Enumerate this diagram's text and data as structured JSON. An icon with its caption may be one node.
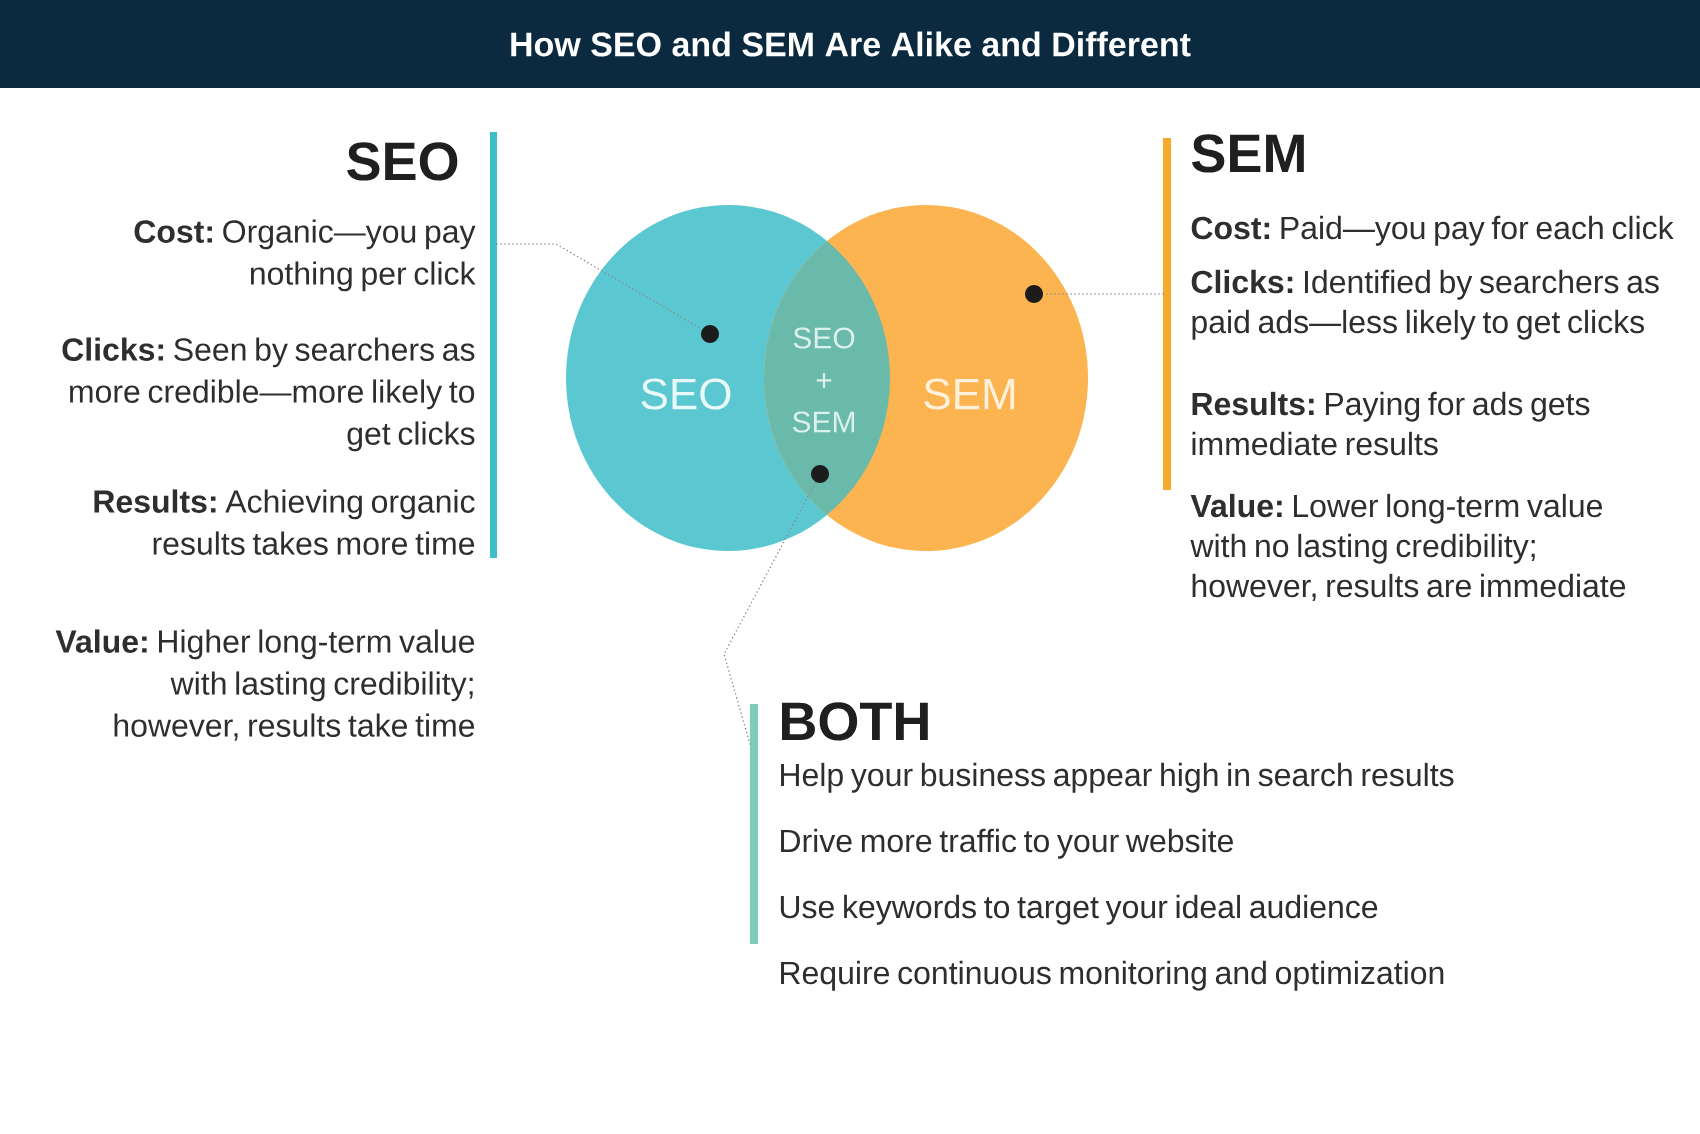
{
  "diagram": {
    "title": "How SEO and SEM Are Alike and Different",
    "nodes": [
      {
        "text": [
          "SEO"
        ]
      },
      {
        "text": [
          "SEO + SEM"
        ]
      },
      {
        "text": [
          "SEM"
        ]
      },
      {
        "text": [],
        "shape": "circle",
        "in": 0
      },
      {
        "text": [],
        "shape": "circle",
        "in": 1
      },
      {
        "text": [],
        "shape": "circle",
        "in": 2
      },
      {
        "text": [
          "SEO",
          "**Cost:** Organic—you pay nothing per click",
          "**Clicks:** Seen by searchers as more credible—more likely to get clicks",
          "**Results:** Achieving organic results takes more time",
          "**Value:** Higher long-term value with lasting credibility; however, results take time"
        ]
      },
      {
        "text": [
          "SEM",
          "**Cost:** Paid—you pay for each click",
          "**Clicks:** Identified by searchers as paid ads—less likely to get clicks",
          "**Results:** Paying for ads gets immediate results",
          "**Value:** Lower long-term value with no lasting credibility; however, results are immediate"
        ]
      },
      {
        "text": [
          "BOTH",
          "Help your business appear high in search results",
          "Drive more traffic to your website",
          "Use keywords to target your ideal audience",
          "Require continuous monitoring and optimization"
        ]
      }
    ],
    "edges": [
      {
        "from": 6,
        "to": 3,
        "arrow": "none",
        "style": "dashed"
      },
      {
        "from": 7,
        "to": 5,
        "arrow": "none",
        "style": "dashed"
      },
      {
        "from": 8,
        "to": 4,
        "arrow": "none",
        "style": "dashed"
      }
    ]
  }
}
